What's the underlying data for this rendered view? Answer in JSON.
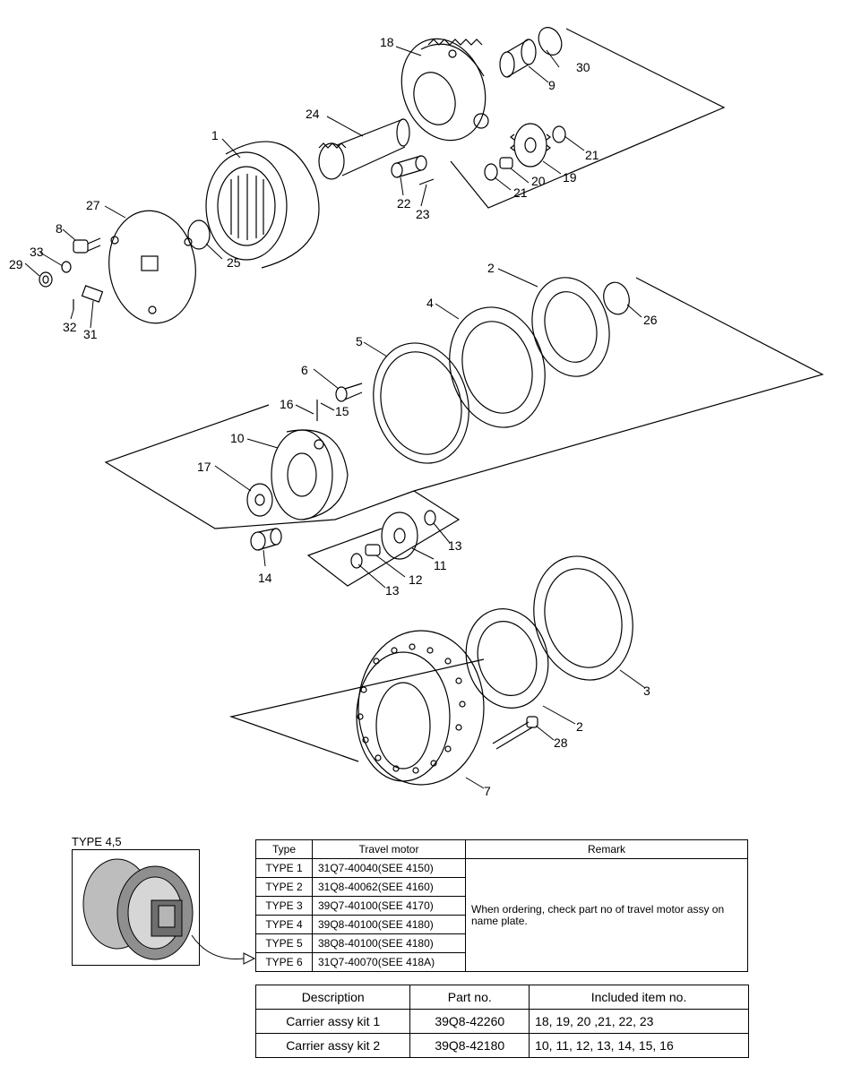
{
  "callouts": {
    "c1": "1",
    "c2a": "2",
    "c2b": "2",
    "c3": "3",
    "c4": "4",
    "c5": "5",
    "c6": "6",
    "c7": "7",
    "c8": "8",
    "c9": "9",
    "c10": "10",
    "c11": "11",
    "c12": "12",
    "c13a": "13",
    "c13b": "13",
    "c14": "14",
    "c15": "15",
    "c16": "16",
    "c17": "17",
    "c18": "18",
    "c19": "19",
    "c20": "20",
    "c21a": "21",
    "c21b": "21",
    "c22": "22",
    "c23": "23",
    "c24": "24",
    "c25": "25",
    "c26": "26",
    "c27": "27",
    "c28": "28",
    "c29": "29",
    "c30": "30",
    "c31": "31",
    "c32": "32",
    "c33": "33"
  },
  "type_table": {
    "inset_label": "TYPE 4,5",
    "headers": {
      "type": "Type",
      "motor": "Travel motor",
      "remark": "Remark"
    },
    "rows": [
      {
        "type": "TYPE 1",
        "motor": "31Q7-40040(SEE 4150)"
      },
      {
        "type": "TYPE 2",
        "motor": "31Q8-40062(SEE 4160)"
      },
      {
        "type": "TYPE 3",
        "motor": "39Q7-40100(SEE 4170)"
      },
      {
        "type": "TYPE 4",
        "motor": "39Q8-40100(SEE 4180)"
      },
      {
        "type": "TYPE 5",
        "motor": "38Q8-40100(SEE 4180)"
      },
      {
        "type": "TYPE 6",
        "motor": "31Q7-40070(SEE 418A)"
      }
    ],
    "remark": "When ordering, check part no of travel motor assy on name plate."
  },
  "kit_table": {
    "headers": {
      "desc": "Description",
      "part": "Part no.",
      "items": "Included item no."
    },
    "rows": [
      {
        "desc": "Carrier assy kit 1",
        "part": "39Q8-42260",
        "items": "18, 19, 20 ,21, 22, 23"
      },
      {
        "desc": "Carrier assy kit 2",
        "part": "39Q8-42180",
        "items": "10, 11, 12, 13, 14, 15, 16"
      }
    ]
  }
}
